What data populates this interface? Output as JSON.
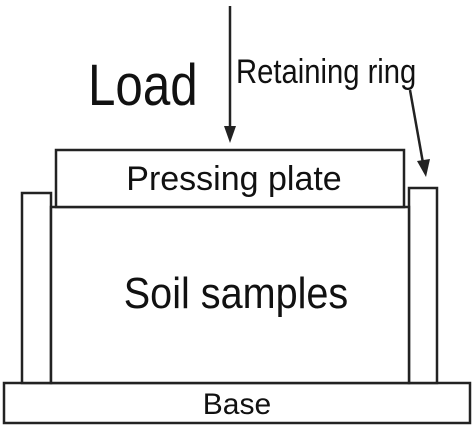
{
  "labels": {
    "load": "Load",
    "retaining_ring": "Retaining ring",
    "pressing_plate": "Pressing plate",
    "soil_samples": "Soil samples",
    "base": "Base"
  },
  "colors": {
    "stroke": "#222222",
    "fill": "#ffffff",
    "text": "#111111"
  }
}
